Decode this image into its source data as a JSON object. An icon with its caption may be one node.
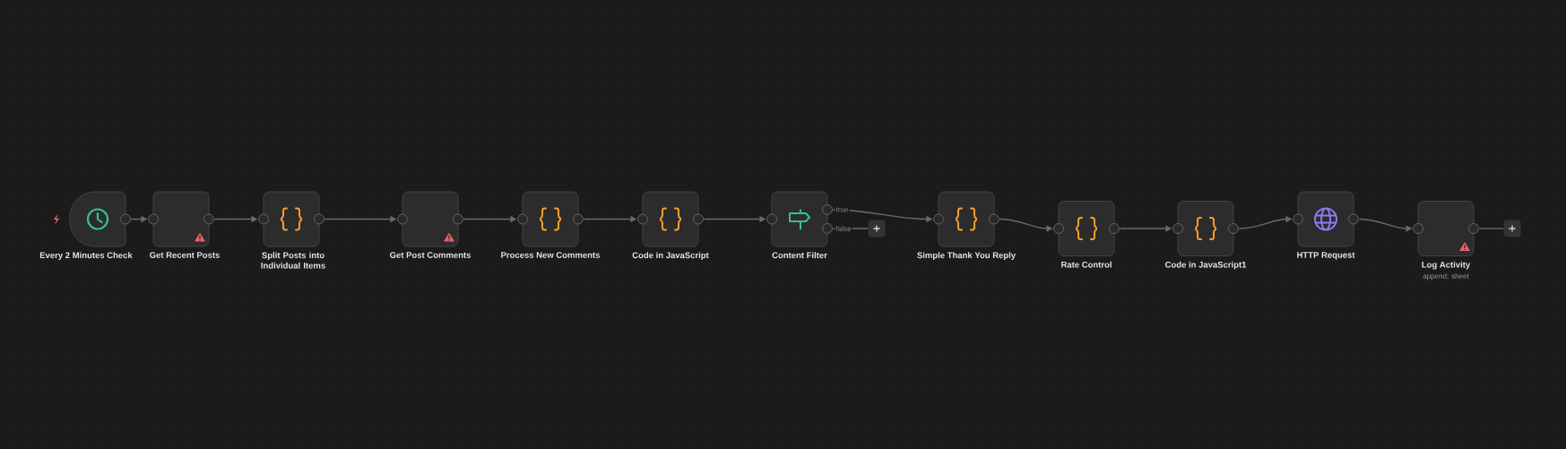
{
  "diagram": {
    "nodes": [
      {
        "text": [
          "Every 2 Minutes Check"
        ]
      },
      {
        "text": [
          "Get Recent Posts"
        ]
      },
      {
        "text": [
          "Split Posts into Individual Items"
        ]
      },
      {
        "text": [
          "Get Post Comments"
        ]
      },
      {
        "text": [
          "Process New Comments"
        ]
      },
      {
        "text": [
          "Code in JavaScript"
        ]
      },
      {
        "text": [
          "Content Filter"
        ]
      },
      {
        "text": [
          "Simple Thank You Reply"
        ]
      },
      {
        "text": [
          "Rate Control"
        ]
      },
      {
        "text": [
          "Code in JavaScript1"
        ]
      },
      {
        "text": [
          "HTTP Request"
        ]
      },
      {
        "text": [
          "Log Activity",
          "append: sheet"
        ]
      },
      {
        "text": [],
        "shape": "box"
      },
      {
        "text": [],
        "shape": "box"
      }
    ],
    "edges": [
      {
        "from": 0,
        "to": 1,
        "arrow": "to"
      },
      {
        "from": 1,
        "to": 2,
        "arrow": "to"
      },
      {
        "from": 2,
        "to": 3,
        "arrow": "to"
      },
      {
        "from": 3,
        "to": 4,
        "arrow": "to"
      },
      {
        "from": 4,
        "to": 5,
        "arrow": "to"
      },
      {
        "from": 5,
        "to": 6,
        "arrow": "to"
      },
      {
        "from": 6,
        "to": 7,
        "arrow": "to",
        "label": "true"
      },
      {
        "from": 6,
        "to": 12,
        "arrow": "none",
        "label": "false"
      },
      {
        "from": 7,
        "to": 8,
        "arrow": "to"
      },
      {
        "from": 8,
        "to": 9,
        "arrow": "to"
      },
      {
        "from": 9,
        "to": 10,
        "arrow": "to"
      },
      {
        "from": 10,
        "to": 11,
        "arrow": "to"
      },
      {
        "from": 11,
        "to": 13,
        "arrow": "none"
      }
    ]
  }
}
